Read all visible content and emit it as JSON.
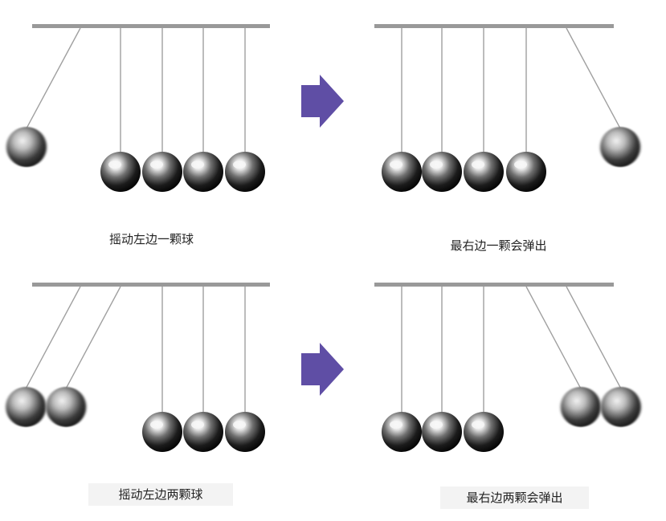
{
  "colors": {
    "bar": "#999999",
    "string": "#a0a0a0",
    "arrow": "#5f4ea5",
    "ball_dark": "#0d0d0d",
    "ball_light": "#f7f7f7"
  },
  "panels": [
    {
      "name": "panel-top-left",
      "balls": [
        {
          "state": "raised",
          "direction": "left"
        },
        {
          "state": "rest"
        },
        {
          "state": "rest"
        },
        {
          "state": "rest"
        },
        {
          "state": "rest"
        }
      ]
    },
    {
      "name": "panel-top-right",
      "balls": [
        {
          "state": "rest"
        },
        {
          "state": "rest"
        },
        {
          "state": "rest"
        },
        {
          "state": "rest"
        },
        {
          "state": "raised",
          "direction": "right"
        }
      ]
    },
    {
      "name": "panel-bottom-left",
      "balls": [
        {
          "state": "raised",
          "direction": "left"
        },
        {
          "state": "raised",
          "direction": "left"
        },
        {
          "state": "rest"
        },
        {
          "state": "rest"
        },
        {
          "state": "rest"
        }
      ]
    },
    {
      "name": "panel-bottom-right",
      "balls": [
        {
          "state": "rest"
        },
        {
          "state": "rest"
        },
        {
          "state": "rest"
        },
        {
          "state": "raised",
          "direction": "right"
        },
        {
          "state": "raised",
          "direction": "right"
        }
      ]
    }
  ],
  "captions": {
    "top_left": "摇动左边一颗球",
    "top_right": "最右边一颗会弹出",
    "bottom_left": "摇动左边两颗球",
    "bottom_right": "最右边两颗会弹出"
  }
}
